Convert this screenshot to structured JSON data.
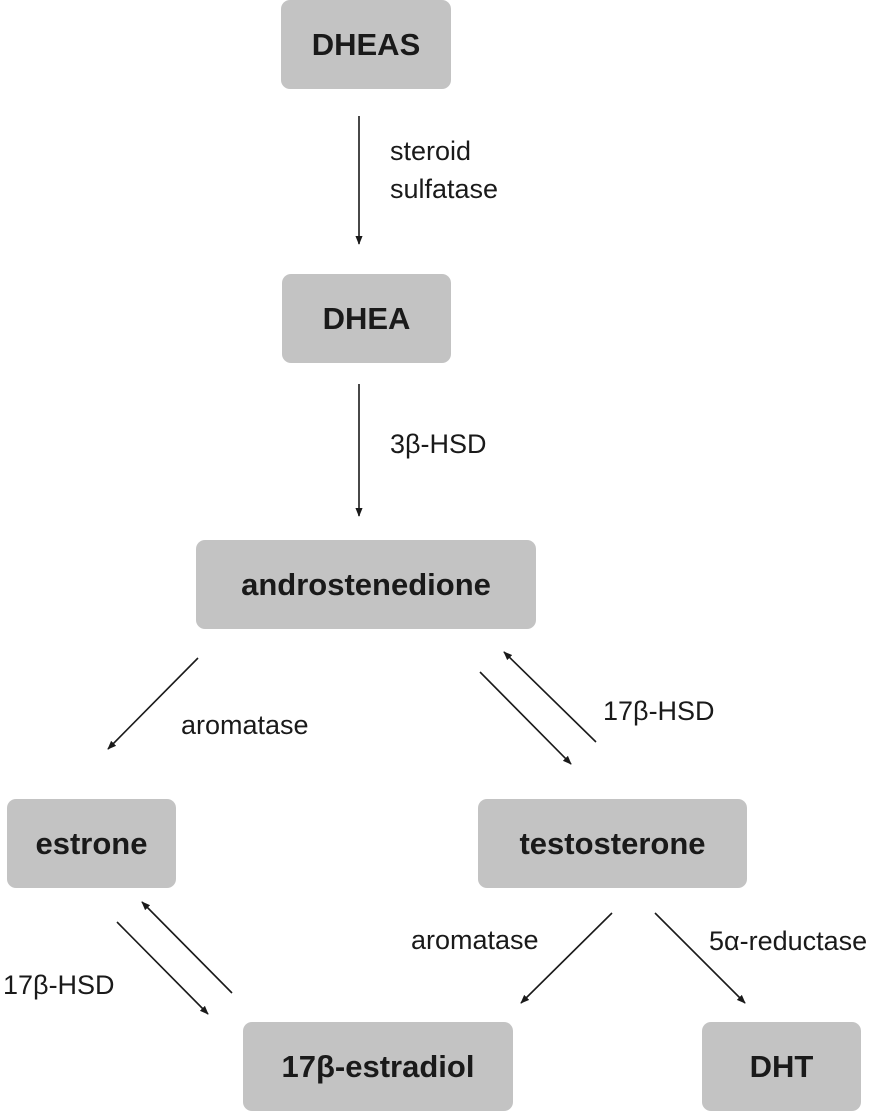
{
  "nodes": {
    "dheas": "DHEAS",
    "dhea": "DHEA",
    "androstenedione": "androstenedione",
    "estrone": "estrone",
    "testosterone": "testosterone",
    "estradiol": "17β-estradiol",
    "dht": "DHT"
  },
  "enzymes": {
    "steroid_sulfatase_line1": "steroid",
    "steroid_sulfatase_line2": "sulfatase",
    "hsd3b": "3β-HSD",
    "aromatase_left": "aromatase",
    "hsd17b_right": "17β-HSD",
    "hsd17b_left": "17β-HSD",
    "aromatase_bottom": "aromatase",
    "reductase": "5α-reductase"
  },
  "colors": {
    "node_fill": "#c3c3c3",
    "arrow": "#1a1a1a"
  }
}
